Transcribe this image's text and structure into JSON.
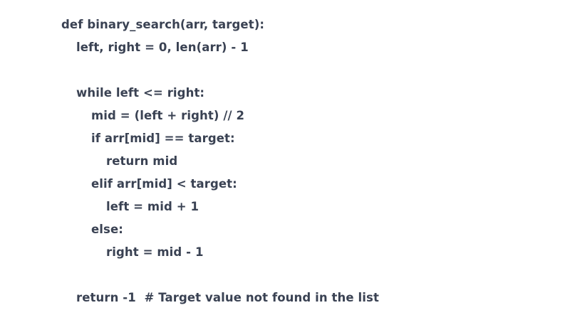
{
  "figure": {
    "kind": "code-snippet",
    "language": "python",
    "background_color": "#ffffff",
    "text_color": "#3a4253"
  },
  "code": {
    "lines": [
      {
        "indent": 0,
        "text": "def binary_search(arr, target):"
      },
      {
        "indent": 1,
        "text": "left, right = 0, len(arr) - 1"
      },
      {
        "indent": 0,
        "text": ""
      },
      {
        "indent": 1,
        "text": "while left <= right:"
      },
      {
        "indent": 2,
        "text": "mid = (left + right) // 2"
      },
      {
        "indent": 2,
        "text": "if arr[mid] == target:"
      },
      {
        "indent": 3,
        "text": "return mid"
      },
      {
        "indent": 2,
        "text": "elif arr[mid] < target:"
      },
      {
        "indent": 3,
        "text": "left = mid + 1"
      },
      {
        "indent": 2,
        "text": "else:"
      },
      {
        "indent": 3,
        "text": "right = mid - 1"
      },
      {
        "indent": 0,
        "text": ""
      },
      {
        "indent": 1,
        "text": "return -1  # Target value not found in the list"
      }
    ]
  }
}
